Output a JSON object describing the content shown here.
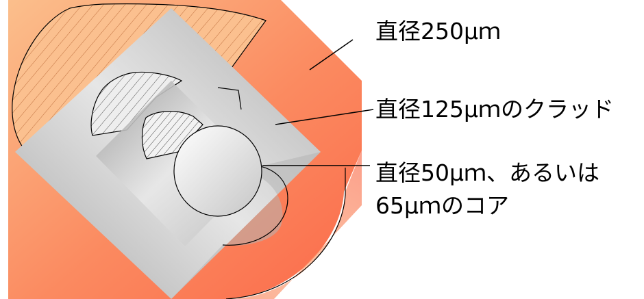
{
  "labels": {
    "outer": "直径250μｍ",
    "cladding": "直径125μｍのクラッド",
    "core_line1": "直径50μｍ、あるいは",
    "core_line2": "65μｍのコア"
  },
  "colors": {
    "coating_light": "#fbbf8c",
    "coating_dark": "#fb6a4a",
    "cladding_light": "#e4e4e4",
    "cladding_dark": "#a6a6a6",
    "core_light": "#f7f7f7",
    "core_dark": "#b8b8b8",
    "outline": "#000000"
  }
}
